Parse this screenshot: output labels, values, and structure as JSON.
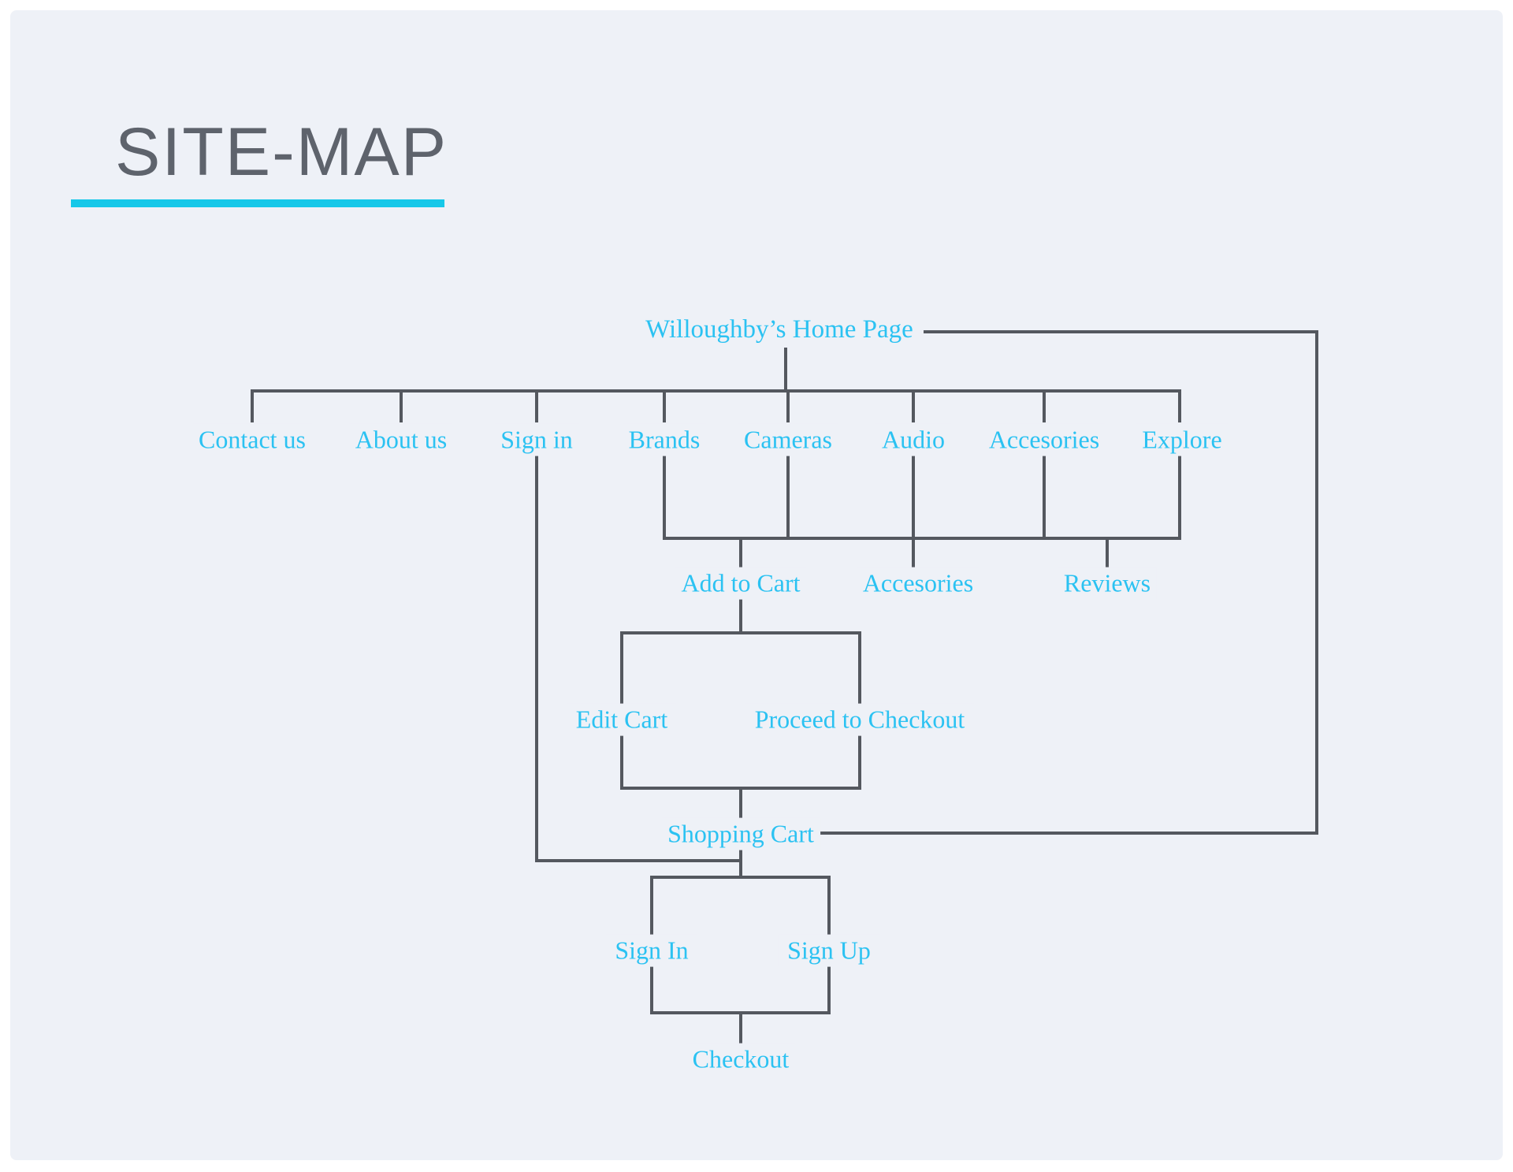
{
  "page_title": "SITE-MAP",
  "colors": {
    "title_text": "#5e636c",
    "title_underline": "#16c8e9",
    "node_text": "#2bc2f2",
    "connector": "#54585f",
    "panel_background": "#eef1f7"
  },
  "sitemap": {
    "root": "Willoughby’s Home Page",
    "main_nav": [
      "Contact us",
      "About us",
      "Sign in",
      "Brands",
      "Cameras",
      "Audio",
      "Accesories",
      "Explore"
    ],
    "product_pages": [
      "Add to Cart",
      "Accesories",
      "Reviews"
    ],
    "cart_actions": [
      "Edit Cart",
      "Proceed to Checkout"
    ],
    "shopping_cart": "Shopping Cart",
    "auth_options": [
      "Sign In",
      "Sign Up"
    ],
    "checkout": "Checkout"
  }
}
